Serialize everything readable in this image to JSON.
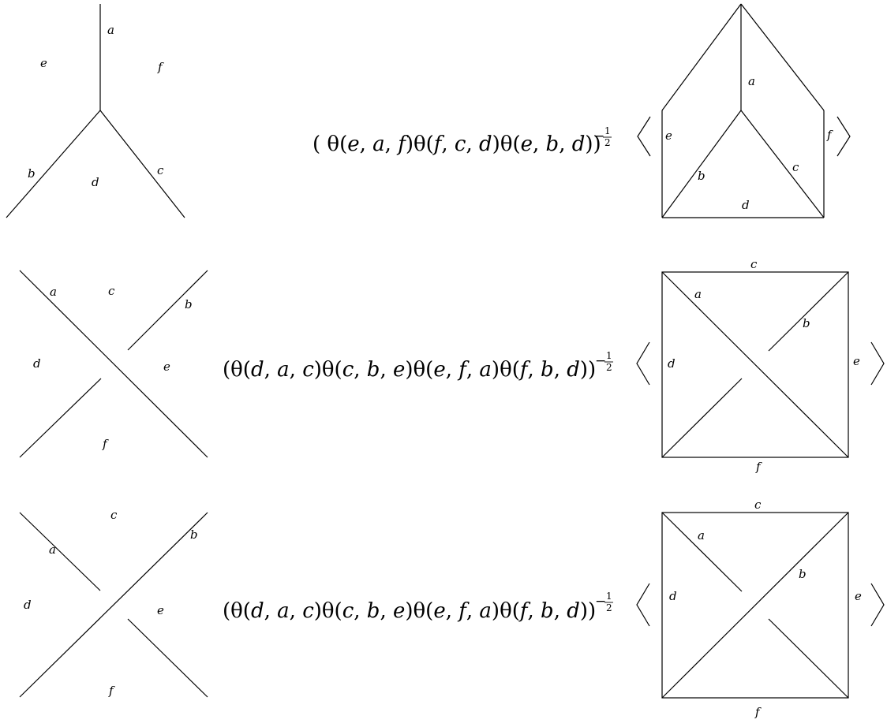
{
  "rows": [
    {
      "formula": {
        "thetas": [
          [
            "e",
            "a",
            "f"
          ],
          [
            "f",
            "c",
            "d"
          ],
          [
            "e",
            "b",
            "d"
          ]
        ],
        "exponent": "−",
        "frac_num": "1",
        "frac_den": "2"
      },
      "local_labels": {
        "a": "a",
        "b": "b",
        "c": "c",
        "d": "d",
        "e": "e",
        "f": "f"
      },
      "bracket_labels": {
        "a": "a",
        "b": "b",
        "c": "c",
        "d": "d",
        "e": "e",
        "f": "f"
      }
    },
    {
      "formula": {
        "thetas": [
          [
            "d",
            "a",
            "c"
          ],
          [
            "c",
            "b",
            "e"
          ],
          [
            "e",
            "f",
            "a"
          ],
          [
            "f",
            "b",
            "d"
          ]
        ],
        "exponent": "−",
        "frac_num": "1",
        "frac_den": "2"
      },
      "local_labels": {
        "a": "a",
        "b": "b",
        "c": "c",
        "d": "d",
        "e": "e",
        "f": "f"
      },
      "bracket_labels": {
        "a": "a",
        "b": "b",
        "c": "c",
        "d": "d",
        "e": "e",
        "f": "f"
      }
    },
    {
      "formula": {
        "thetas": [
          [
            "d",
            "a",
            "c"
          ],
          [
            "c",
            "b",
            "e"
          ],
          [
            "e",
            "f",
            "a"
          ],
          [
            "f",
            "b",
            "d"
          ]
        ],
        "exponent": "−",
        "frac_num": "1",
        "frac_den": "2"
      },
      "local_labels": {
        "a": "a",
        "b": "b",
        "c": "c",
        "d": "d",
        "e": "e",
        "f": "f"
      },
      "bracket_labels": {
        "a": "a",
        "b": "b",
        "c": "c",
        "d": "d",
        "e": "e",
        "f": "f"
      }
    }
  ]
}
